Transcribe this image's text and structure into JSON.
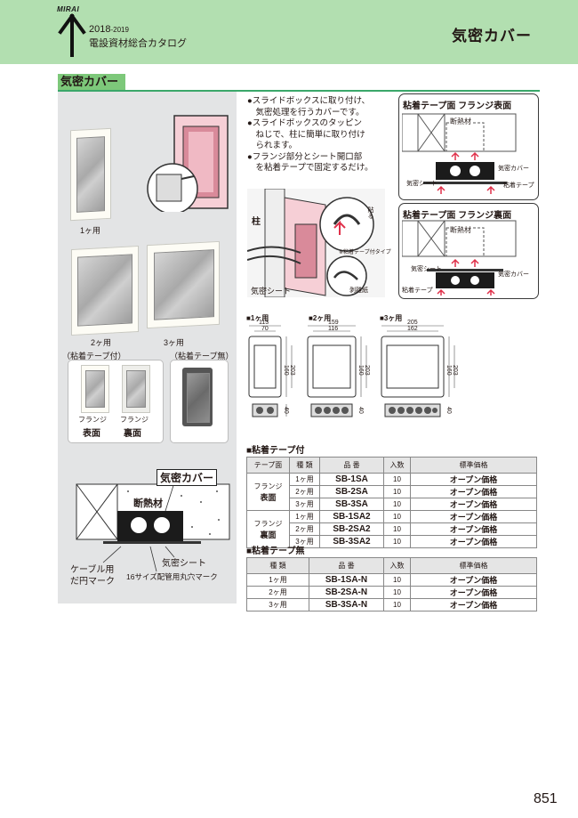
{
  "header": {
    "brand": "MIRAI",
    "year_main": "2018",
    "year_suffix": "-2019",
    "catalog_name": "電設資材総合カタログ",
    "title": "気密カバー"
  },
  "section": {
    "title": "気密カバー"
  },
  "colors": {
    "header_band": "#b2dfb0",
    "section_fill": "#7dc87a",
    "panel_gray": "#e3e4e5",
    "insulation_pink": "#f6cfd6"
  },
  "photos": {
    "one_gang": "1ヶ用",
    "two_gang": "2ヶ用",
    "three_gang": "3ヶ用",
    "with_tape": "（粘着テープ付）",
    "without_tape": "（粘着テープ無）",
    "flange": "フランジ",
    "front": "表面",
    "back": "裏面"
  },
  "left_diagram": {
    "cover_label": "気密カバー",
    "insulation": "断熱材",
    "cable_mark": [
      "ケーブル用",
      "だ円マーク"
    ],
    "sheet": "気密シート",
    "pipe_mark": "16サイズ配管用丸穴マーク"
  },
  "bullets": [
    [
      "●スライドボックスに取り付け、",
      "　気密処理を行うカバーです。"
    ],
    [
      "●スライドボックスのタッピン",
      "　ねじで、柱に簡単に取り付け",
      "　られます。"
    ],
    [
      "●フランジ部分とシート開口部",
      "　を粘着テープで固定するだけ。"
    ]
  ],
  "install_diagram": {
    "pillar": "柱",
    "sheet": "気密シート",
    "peel": "剥離紙",
    "tape": "※粘着テープ付タイプ",
    "attach": "貼る"
  },
  "tape_front": {
    "title": "粘着テープ面 フランジ表面",
    "insulation": "断熱材",
    "cover": "気密カバー",
    "sheet": "気密シート",
    "tape": "粘着テープ"
  },
  "tape_back": {
    "title": "粘着テープ面 フランジ裏面",
    "insulation": "断熱材",
    "cover": "気密カバー",
    "sheet": "気密シート",
    "tape": "粘着テープ"
  },
  "dimensions": {
    "one": {
      "label": "■1ヶ用",
      "w_outer": "113",
      "w_inner": "70",
      "h_inner": "160",
      "h_outer": "203",
      "depth": "40"
    },
    "two": {
      "label": "■2ヶ用",
      "w_outer": "159",
      "w_inner": "116",
      "h_inner": "160",
      "h_outer": "203",
      "depth": "40"
    },
    "three": {
      "label": "■3ヶ用",
      "w_outer": "205",
      "w_inner": "162",
      "h_inner": "160",
      "h_outer": "203",
      "depth": "40"
    }
  },
  "table_tape": {
    "title": "■粘着テープ付",
    "headers": [
      "テープ面",
      "種 類",
      "品 番",
      "入数",
      "標準価格"
    ],
    "groups": [
      {
        "face": [
          "フランジ",
          "表面"
        ],
        "rows": [
          [
            "1ヶ用",
            "SB-1SA",
            "10",
            "オープン価格"
          ],
          [
            "2ヶ用",
            "SB-2SA",
            "10",
            "オープン価格"
          ],
          [
            "3ヶ用",
            "SB-3SA",
            "10",
            "オープン価格"
          ]
        ]
      },
      {
        "face": [
          "フランジ",
          "裏面"
        ],
        "rows": [
          [
            "1ヶ用",
            "SB-1SA2",
            "10",
            "オープン価格"
          ],
          [
            "2ヶ用",
            "SB-2SA2",
            "10",
            "オープン価格"
          ],
          [
            "3ヶ用",
            "SB-3SA2",
            "10",
            "オープン価格"
          ]
        ]
      }
    ]
  },
  "table_notape": {
    "title": "■粘着テープ無",
    "headers": [
      "種 類",
      "品 番",
      "入数",
      "標準価格"
    ],
    "rows": [
      [
        "1ヶ用",
        "SB-1SA-N",
        "10",
        "オープン価格"
      ],
      [
        "2ヶ用",
        "SB-2SA-N",
        "10",
        "オープン価格"
      ],
      [
        "3ヶ用",
        "SB-3SA-N",
        "10",
        "オープン価格"
      ]
    ]
  },
  "page_number": "851"
}
